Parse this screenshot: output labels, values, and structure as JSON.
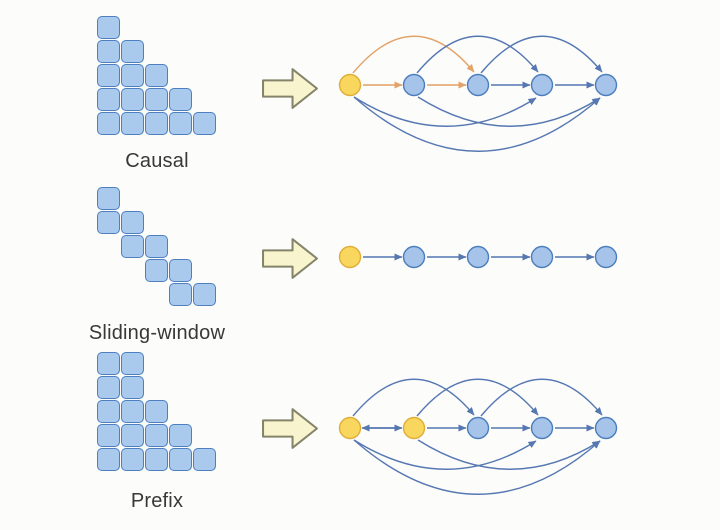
{
  "title": "attention-mask-patterns",
  "palette": {
    "background": "#fcfcfa",
    "mask_fill": "#a9c9ed",
    "mask_stroke": "#4e7fbe",
    "node_yellow_fill": "#f9d65e",
    "node_yellow_stroke": "#dfae3a",
    "node_blue_fill": "#a6c4ea",
    "node_blue_stroke": "#4b7cbb",
    "edge_blue": "#5577b2",
    "edge_orange": "#e2a268",
    "arrow_fill": "#f8f4ce",
    "arrow_stroke": "#85846b",
    "label_color": "#383838"
  },
  "rows": [
    {
      "id": "causal",
      "label": "Causal",
      "arrow_icon": "block-arrow-right-icon",
      "mask": [
        [
          1,
          0,
          0,
          0,
          0
        ],
        [
          1,
          1,
          0,
          0,
          0
        ],
        [
          1,
          1,
          1,
          0,
          0
        ],
        [
          1,
          1,
          1,
          1,
          0
        ],
        [
          1,
          1,
          1,
          1,
          1
        ]
      ],
      "nodes": [
        "yellow",
        "blue",
        "blue",
        "blue",
        "blue"
      ],
      "edges": [
        {
          "from": 1,
          "to": 2,
          "curve": "straight",
          "color": "orange"
        },
        {
          "from": 2,
          "to": 3,
          "curve": "straight",
          "color": "orange"
        },
        {
          "from": 1,
          "to": 3,
          "curve": "up",
          "color": "orange"
        },
        {
          "from": 3,
          "to": 4,
          "curve": "straight",
          "color": "blue"
        },
        {
          "from": 4,
          "to": 5,
          "curve": "straight",
          "color": "blue"
        },
        {
          "from": 2,
          "to": 4,
          "curve": "up",
          "color": "blue"
        },
        {
          "from": 3,
          "to": 5,
          "curve": "up",
          "color": "blue"
        },
        {
          "from": 1,
          "to": 4,
          "curve": "down",
          "color": "blue"
        },
        {
          "from": 2,
          "to": 5,
          "curve": "down",
          "color": "blue"
        },
        {
          "from": 1,
          "to": 5,
          "curve": "down",
          "color": "blue"
        }
      ]
    },
    {
      "id": "sliding-window",
      "label": "Sliding-window",
      "arrow_icon": "block-arrow-right-icon",
      "mask": [
        [
          1,
          0,
          0,
          0,
          0
        ],
        [
          1,
          1,
          0,
          0,
          0
        ],
        [
          0,
          1,
          1,
          0,
          0
        ],
        [
          0,
          0,
          1,
          1,
          0
        ],
        [
          0,
          0,
          0,
          1,
          1
        ]
      ],
      "nodes": [
        "yellow",
        "blue",
        "blue",
        "blue",
        "blue"
      ],
      "edges": [
        {
          "from": 1,
          "to": 2,
          "curve": "straight",
          "color": "blue"
        },
        {
          "from": 2,
          "to": 3,
          "curve": "straight",
          "color": "blue"
        },
        {
          "from": 3,
          "to": 4,
          "curve": "straight",
          "color": "blue"
        },
        {
          "from": 4,
          "to": 5,
          "curve": "straight",
          "color": "blue"
        }
      ]
    },
    {
      "id": "prefix",
      "label": "Prefix",
      "arrow_icon": "block-arrow-right-icon",
      "mask": [
        [
          1,
          1,
          0,
          0,
          0
        ],
        [
          1,
          1,
          0,
          0,
          0
        ],
        [
          1,
          1,
          1,
          0,
          0
        ],
        [
          1,
          1,
          1,
          1,
          0
        ],
        [
          1,
          1,
          1,
          1,
          1
        ]
      ],
      "nodes": [
        "yellow",
        "yellow",
        "blue",
        "blue",
        "blue"
      ],
      "edges": [
        {
          "from": 1,
          "to": 2,
          "curve": "straight",
          "color": "blue",
          "bidirectional": true
        },
        {
          "from": 2,
          "to": 3,
          "curve": "straight",
          "color": "blue"
        },
        {
          "from": 3,
          "to": 4,
          "curve": "straight",
          "color": "blue"
        },
        {
          "from": 4,
          "to": 5,
          "curve": "straight",
          "color": "blue"
        },
        {
          "from": 1,
          "to": 3,
          "curve": "up",
          "color": "blue"
        },
        {
          "from": 2,
          "to": 4,
          "curve": "up",
          "color": "blue"
        },
        {
          "from": 3,
          "to": 5,
          "curve": "up",
          "color": "blue"
        },
        {
          "from": 1,
          "to": 4,
          "curve": "down",
          "color": "blue"
        },
        {
          "from": 2,
          "to": 5,
          "curve": "down",
          "color": "blue"
        },
        {
          "from": 1,
          "to": 5,
          "curve": "down",
          "color": "blue"
        }
      ]
    }
  ]
}
